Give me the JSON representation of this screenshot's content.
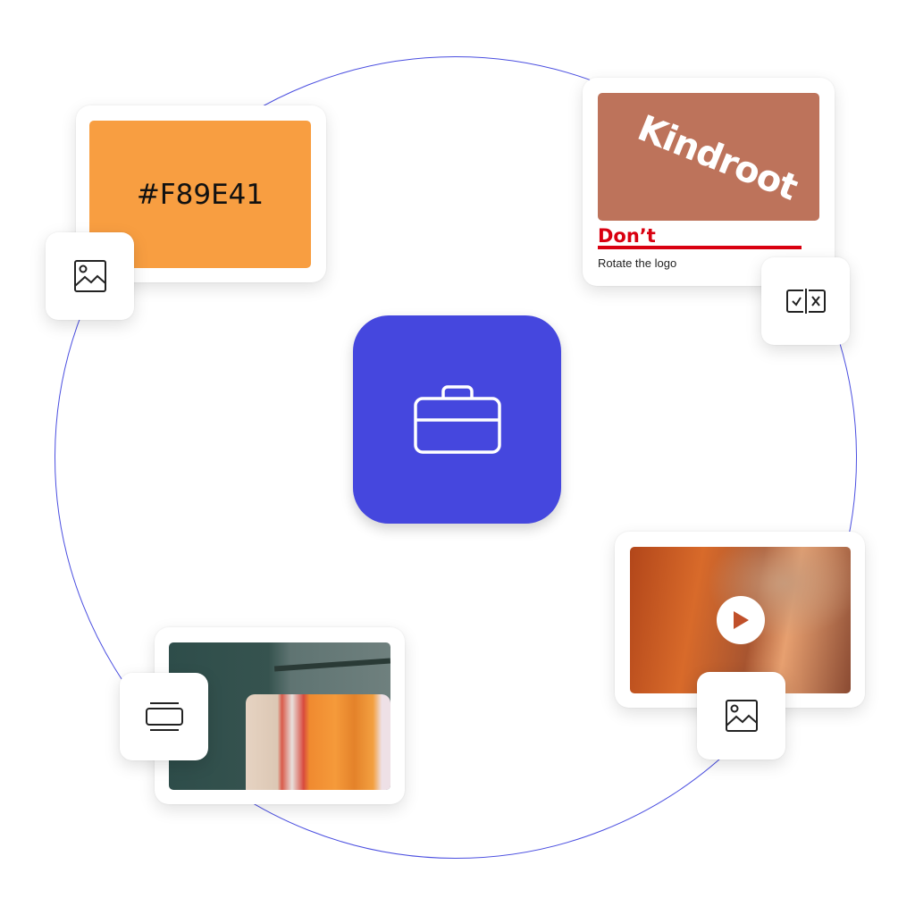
{
  "swatch_card": {
    "hex_label": "#F89E41",
    "color": "#F89E41"
  },
  "logo_rule_card": {
    "logo_text": "Kindroot",
    "verdict": "Don’t",
    "rule": "Rotate the logo",
    "brand_color": "#BD735B",
    "verdict_color": "#D90010"
  },
  "center_tile": {
    "icon": "briefcase-icon",
    "color": "#4547DE"
  },
  "icons": {
    "swatch_tile": "image-icon",
    "rule_tile": "compare-check-x-icon",
    "video_tile": "image-icon",
    "gallery_tile": "carousel-icon"
  },
  "ring_color": "#4A4EE0"
}
